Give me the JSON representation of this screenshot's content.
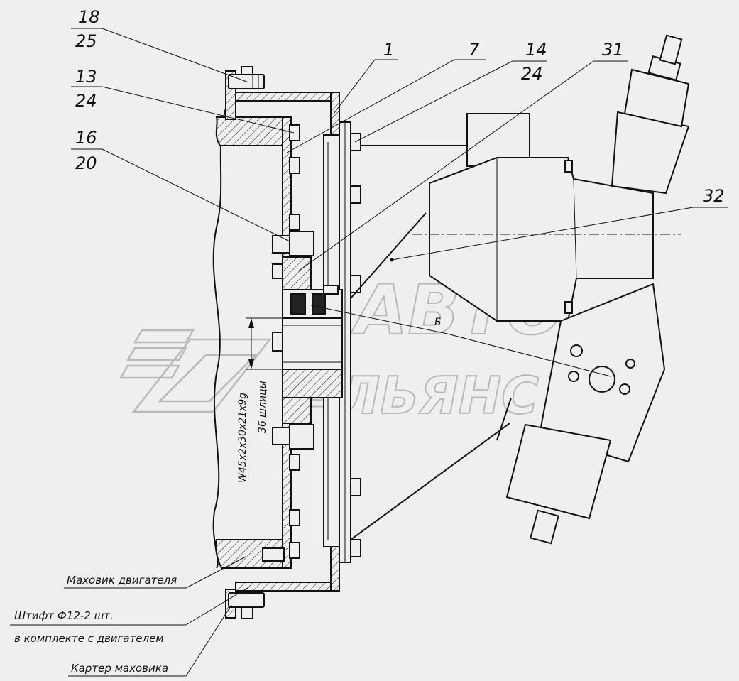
{
  "callouts": [
    {
      "id": "c18",
      "top": "18",
      "bottom": "25"
    },
    {
      "id": "c13",
      "top": "13",
      "bottom": "24"
    },
    {
      "id": "c16",
      "top": "16",
      "bottom": "20"
    },
    {
      "id": "c1",
      "top": "1"
    },
    {
      "id": "c7",
      "top": "7"
    },
    {
      "id": "c14",
      "top": "14",
      "bottom": "24"
    },
    {
      "id": "c31",
      "top": "31"
    },
    {
      "id": "c32",
      "top": "32"
    }
  ],
  "notes": {
    "flywheel": "Маховик двигателя",
    "pin_line1": "Штифт Ф12-2 шт.",
    "pin_line2": "в комплекте с двигателем",
    "housing": "Картер маховика"
  },
  "dimension": {
    "spline_spec": "W45x2x30x21x9g",
    "spline_count": "36 шлицы",
    "view_letter": "Б"
  },
  "watermark": {
    "line1": "АВТО",
    "line2": "АЛЬЯНС"
  }
}
